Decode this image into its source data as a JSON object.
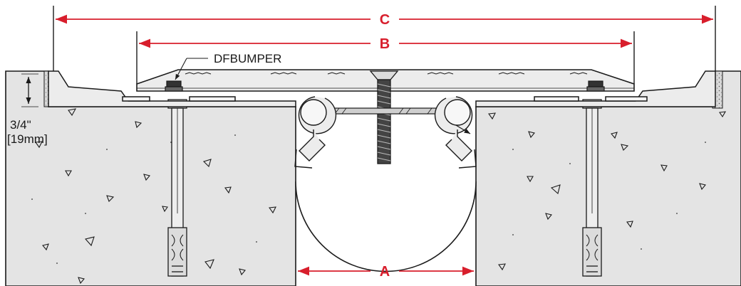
{
  "dimensions": {
    "overall": "C",
    "cover": "B",
    "gap": "A"
  },
  "callouts": {
    "bumper": "DFBUMPER",
    "recess_imperial": "3/4\"",
    "recess_metric": "[19mm]"
  },
  "colors": {
    "dimension": "#d81e2c",
    "concrete": "#e4e4e4",
    "metal": "#ececec",
    "outline": "#1a1a1a",
    "elastomer": "#ffffff"
  }
}
